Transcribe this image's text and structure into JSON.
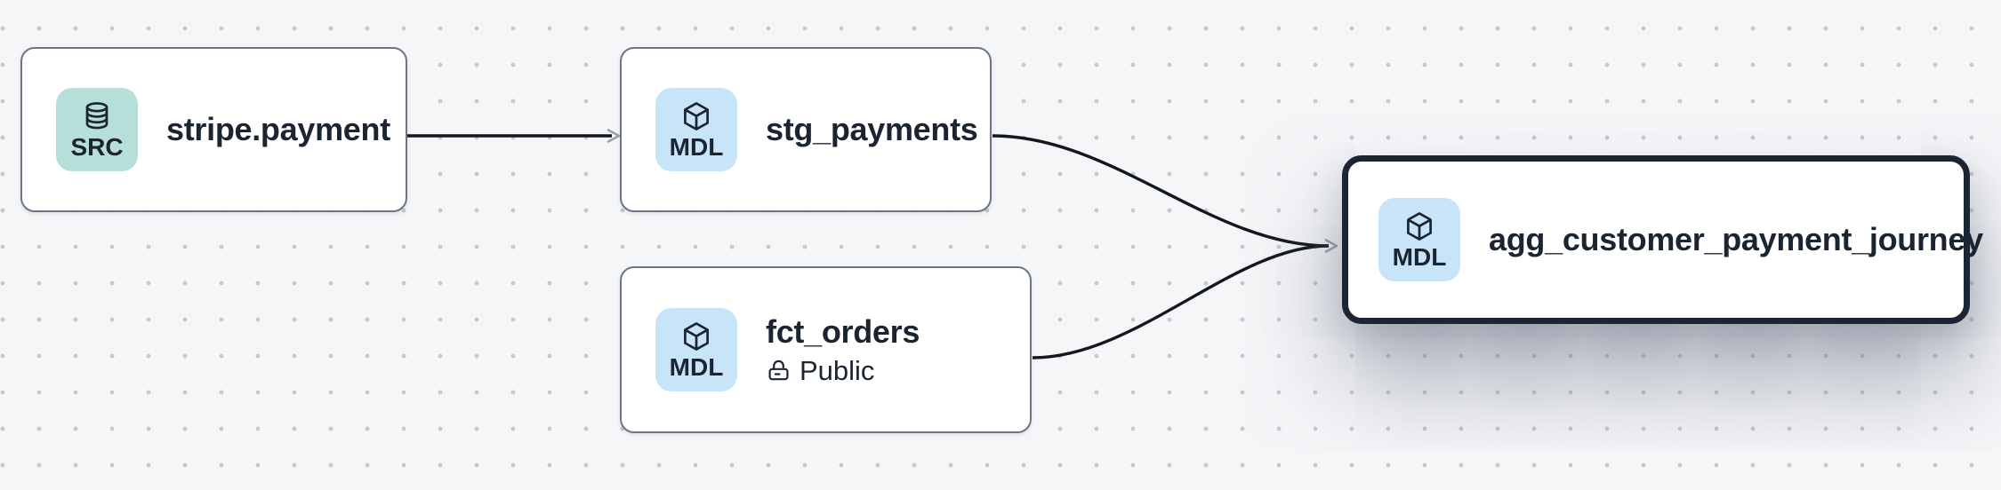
{
  "app": {
    "view": "lineage-graph"
  },
  "theme": {
    "bg": "#f5f6f8",
    "dot": "#c6c9d0",
    "node_border": "#6d7584",
    "selected_border": "#1c2533",
    "edge": "#14171d",
    "arrow": "#98a0ac",
    "src_badge": "#b6dfda",
    "mdl_badge": "#c8e4f8",
    "text": "#1b2431"
  },
  "nodes": [
    {
      "id": "stripe.payment",
      "label": "stripe.payment",
      "badge": "SRC",
      "icon": "database",
      "selected": false
    },
    {
      "id": "stg_payments",
      "label": "stg_payments",
      "badge": "MDL",
      "icon": "cube",
      "selected": false
    },
    {
      "id": "fct_orders",
      "label": "fct_orders",
      "badge": "MDL",
      "icon": "cube",
      "visibility": "Public",
      "selected": false
    },
    {
      "id": "agg_customer_payment_journey",
      "label": "agg_customer_payment_journey",
      "badge": "MDL",
      "icon": "cube",
      "selected": true
    }
  ],
  "edges": [
    {
      "source": "stripe.payment",
      "target": "stg_payments"
    },
    {
      "source": "stg_payments",
      "target": "agg_customer_payment_journey"
    },
    {
      "source": "fct_orders",
      "target": "agg_customer_payment_journey"
    }
  ]
}
